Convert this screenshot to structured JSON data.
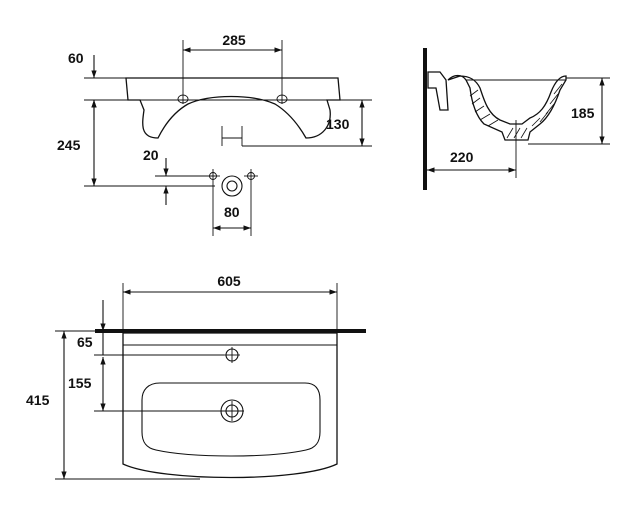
{
  "front_view": {
    "dims": {
      "overflow_height": "60",
      "hole_spacing": "285",
      "total_height": "245",
      "bowl_depth": "130",
      "drain_offset": "20",
      "bracket_spacing": "80"
    }
  },
  "side_view": {
    "dims": {
      "height": "185",
      "drain_from_wall": "220"
    }
  },
  "top_view": {
    "dims": {
      "width": "605",
      "depth": "415",
      "tap_hole_from_wall": "65",
      "drain_from_tap": "155"
    }
  },
  "colors": {
    "stroke": "#111111",
    "background": "#ffffff"
  }
}
